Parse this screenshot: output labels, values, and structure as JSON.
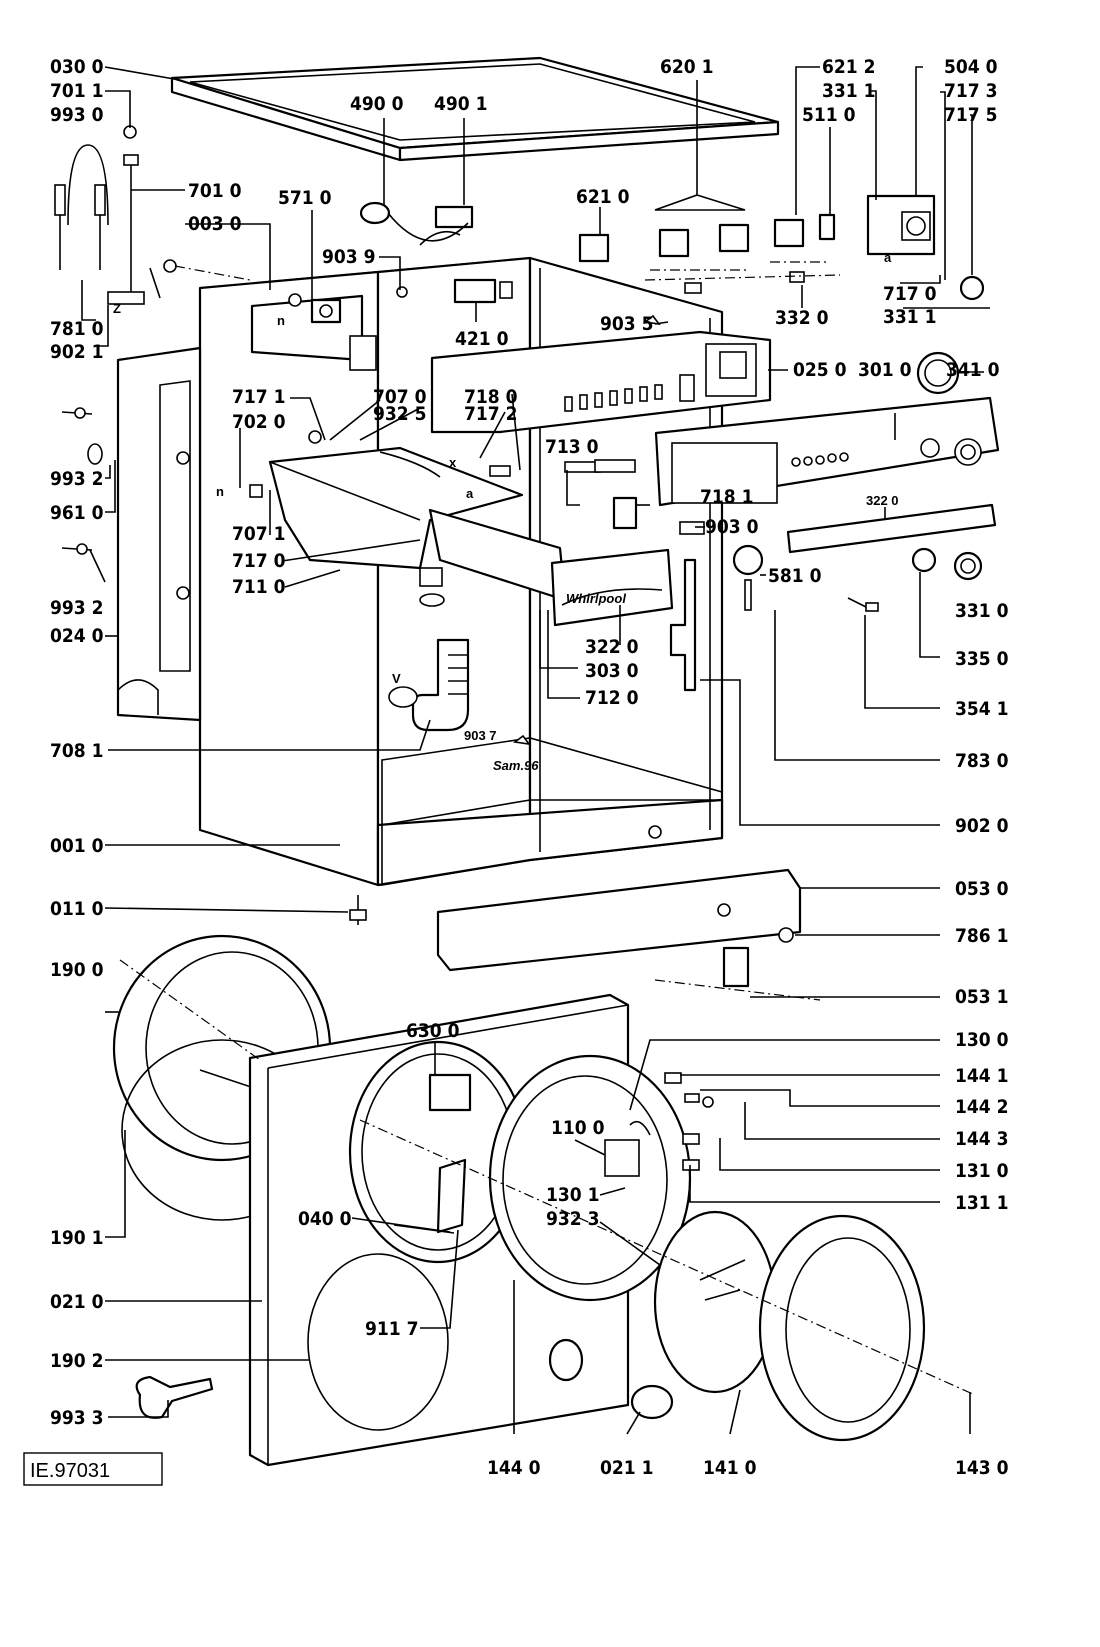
{
  "drawing_code": "IE.97031",
  "imprint": "Sam.96",
  "brand_mark": "Whirlpool",
  "letters": [
    "n",
    "Z",
    "a",
    "x",
    "V"
  ],
  "labels": {
    "030_0": "030 0",
    "701_1": "701 1",
    "993_0": "993 0",
    "701_0": "701 0",
    "003_0": "003 0",
    "781_0": "781 0",
    "902_1": "902 1",
    "490_0": "490 0",
    "490_1": "490 1",
    "571_0": "571 0",
    "903_9": "903 9",
    "421_0": "421 0",
    "620_1": "620 1",
    "621_0": "621 0",
    "621_2": "621 2",
    "331_1a": "331 1",
    "511_0": "511 0",
    "504_0": "504 0",
    "717_3": "717 3",
    "717_5": "717 5",
    "717_0a": "717 0",
    "331_1b": "331 1",
    "332_0": "332 0",
    "903_5": "903 5",
    "025_0": "025 0",
    "341_0": "341 0",
    "301_0": "301 0",
    "717_1": "717 1",
    "707_0": "707 0",
    "932_5": "932 5",
    "702_0": "702 0",
    "718_0": "718 0",
    "717_2": "717 2",
    "713_0": "713 0",
    "718_1": "718 1",
    "322_0a": "322 0",
    "993_2a": "993 2",
    "961_0": "961 0",
    "707_1": "707 1",
    "717_0b": "717 0",
    "711_0": "711 0",
    "903_0": "903 0",
    "581_0": "581 0",
    "331_0": "331 0",
    "993_2b": "993 2",
    "024_0": "024 0",
    "322_0b": "322 0",
    "303_0": "303 0",
    "712_0": "712 0",
    "335_0": "335 0",
    "354_1": "354 1",
    "708_1": "708 1",
    "903_7": "903 7",
    "783_0": "783 0",
    "902_0": "902 0",
    "001_0": "001 0",
    "053_0": "053 0",
    "011_0": "011 0",
    "786_1": "786 1",
    "190_0": "190 0",
    "053_1": "053 1",
    "630_0": "630 0",
    "130_0": "130 0",
    "144_1": "144 1",
    "144_2": "144 2",
    "110_0": "110 0",
    "144_3": "144 3",
    "131_0": "131 0",
    "130_1": "130 1",
    "932_3": "932 3",
    "131_1": "131 1",
    "190_1": "190 1",
    "040_0": "040 0",
    "021_0": "021 0",
    "911_7": "911 7",
    "190_2": "190 2",
    "993_3": "993 3",
    "144_0": "144 0",
    "021_1": "021 1",
    "141_0": "141 0",
    "143_0": "143 0"
  }
}
